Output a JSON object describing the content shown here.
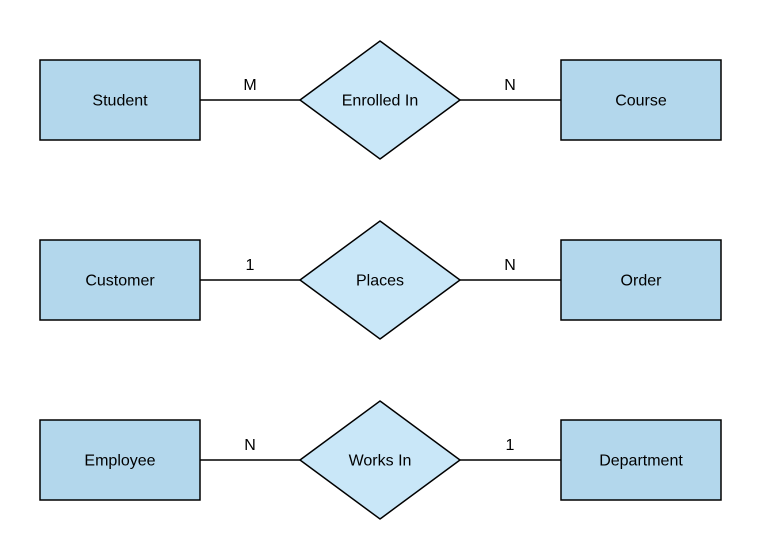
{
  "diagram": {
    "type": "entity-relationship",
    "colors": {
      "background": "#ffffff",
      "entity_fill": "#b3d7ec",
      "diamond_fill": "#c9e7f8",
      "stroke": "#000000",
      "text": "#000000"
    },
    "rows": [
      {
        "left_entity": "Student",
        "left_cardinality": "M",
        "relationship": "Enrolled In",
        "right_cardinality": "N",
        "right_entity": "Course"
      },
      {
        "left_entity": "Customer",
        "left_cardinality": "1",
        "relationship": "Places",
        "right_cardinality": "N",
        "right_entity": "Order"
      },
      {
        "left_entity": "Employee",
        "left_cardinality": "N",
        "relationship": "Works In",
        "right_cardinality": "1",
        "right_entity": "Department"
      }
    ]
  }
}
